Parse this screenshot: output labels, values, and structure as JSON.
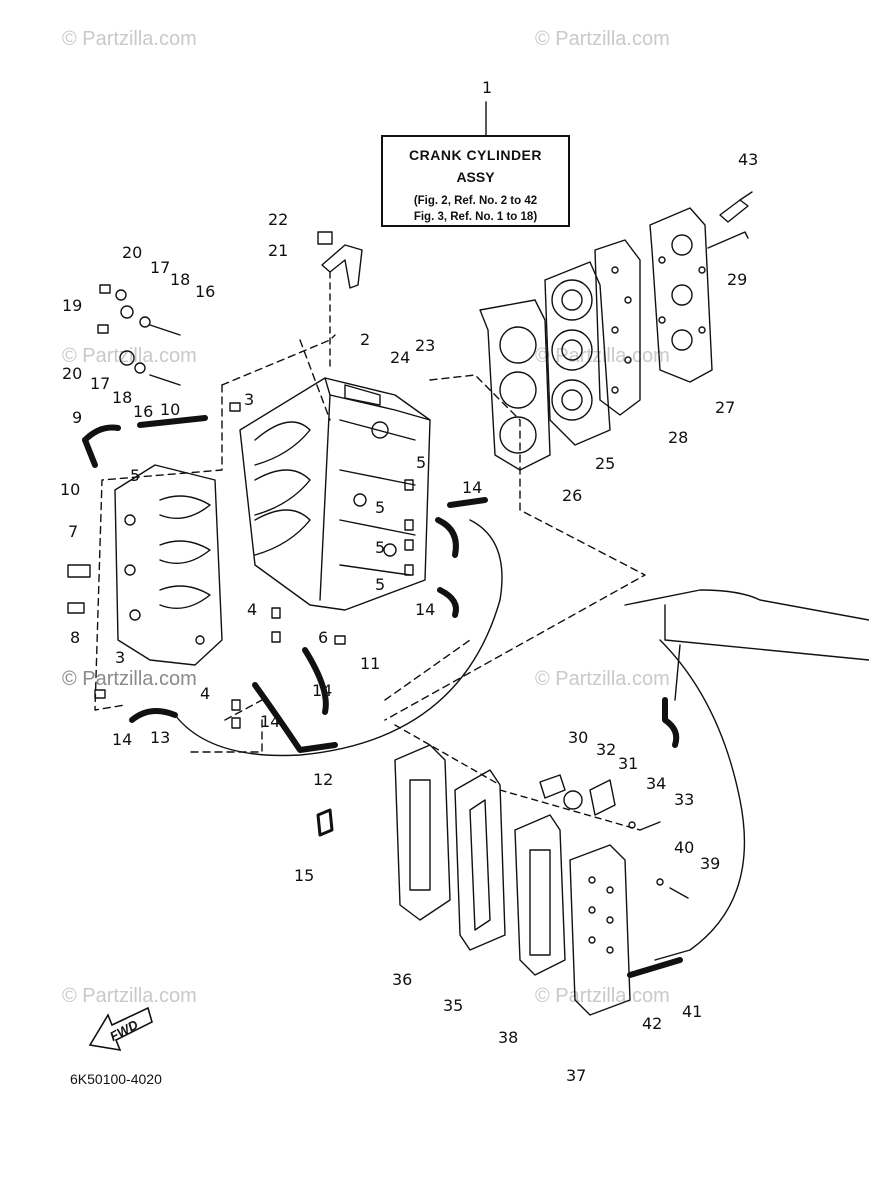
{
  "assembly": {
    "title": "CRANK CYLINDER",
    "subtitle": "ASSY",
    "ref_line_1": "(Fig. 2, Ref. No. 2 to 42",
    "ref_line_2": "Fig. 3, Ref. No. 1 to 18)"
  },
  "watermark": "© Partzilla.com",
  "direction_label": "FWD",
  "catalog_number": "6K50100-4020",
  "callouts": [
    {
      "id": "c1",
      "text": "1"
    },
    {
      "id": "c2",
      "text": "2"
    },
    {
      "id": "c3a",
      "text": "3"
    },
    {
      "id": "c3b",
      "text": "3"
    },
    {
      "id": "c4a",
      "text": "4"
    },
    {
      "id": "c4b",
      "text": "4"
    },
    {
      "id": "c5a",
      "text": "5"
    },
    {
      "id": "c5b",
      "text": "5"
    },
    {
      "id": "c5c",
      "text": "5"
    },
    {
      "id": "c5d",
      "text": "5"
    },
    {
      "id": "c5e",
      "text": "5"
    },
    {
      "id": "c6",
      "text": "6"
    },
    {
      "id": "c7",
      "text": "7"
    },
    {
      "id": "c8",
      "text": "8"
    },
    {
      "id": "c9",
      "text": "9"
    },
    {
      "id": "c10a",
      "text": "10"
    },
    {
      "id": "c10b",
      "text": "10"
    },
    {
      "id": "c11",
      "text": "11"
    },
    {
      "id": "c12",
      "text": "12"
    },
    {
      "id": "c13",
      "text": "13"
    },
    {
      "id": "c14a",
      "text": "14"
    },
    {
      "id": "c14b",
      "text": "14"
    },
    {
      "id": "c14c",
      "text": "14"
    },
    {
      "id": "c14d",
      "text": "14"
    },
    {
      "id": "c14e",
      "text": "14"
    },
    {
      "id": "c15",
      "text": "15"
    },
    {
      "id": "c16a",
      "text": "16"
    },
    {
      "id": "c16b",
      "text": "16"
    },
    {
      "id": "c17a",
      "text": "17"
    },
    {
      "id": "c17b",
      "text": "17"
    },
    {
      "id": "c18a",
      "text": "18"
    },
    {
      "id": "c18b",
      "text": "18"
    },
    {
      "id": "c19",
      "text": "19"
    },
    {
      "id": "c20a",
      "text": "20"
    },
    {
      "id": "c20b",
      "text": "20"
    },
    {
      "id": "c21",
      "text": "21"
    },
    {
      "id": "c22",
      "text": "22"
    },
    {
      "id": "c23",
      "text": "23"
    },
    {
      "id": "c24",
      "text": "24"
    },
    {
      "id": "c25",
      "text": "25"
    },
    {
      "id": "c26",
      "text": "26"
    },
    {
      "id": "c27",
      "text": "27"
    },
    {
      "id": "c28",
      "text": "28"
    },
    {
      "id": "c29",
      "text": "29"
    },
    {
      "id": "c30",
      "text": "30"
    },
    {
      "id": "c31",
      "text": "31"
    },
    {
      "id": "c32",
      "text": "32"
    },
    {
      "id": "c33",
      "text": "33"
    },
    {
      "id": "c34",
      "text": "34"
    },
    {
      "id": "c35",
      "text": "35"
    },
    {
      "id": "c36",
      "text": "36"
    },
    {
      "id": "c37",
      "text": "37"
    },
    {
      "id": "c38",
      "text": "38"
    },
    {
      "id": "c39",
      "text": "39"
    },
    {
      "id": "c40",
      "text": "40"
    },
    {
      "id": "c41",
      "text": "41"
    },
    {
      "id": "c42",
      "text": "42"
    },
    {
      "id": "c43",
      "text": "43"
    }
  ],
  "colors": {
    "ink": "#111111",
    "watermark": "#c9c9c9",
    "background": "#ffffff"
  }
}
